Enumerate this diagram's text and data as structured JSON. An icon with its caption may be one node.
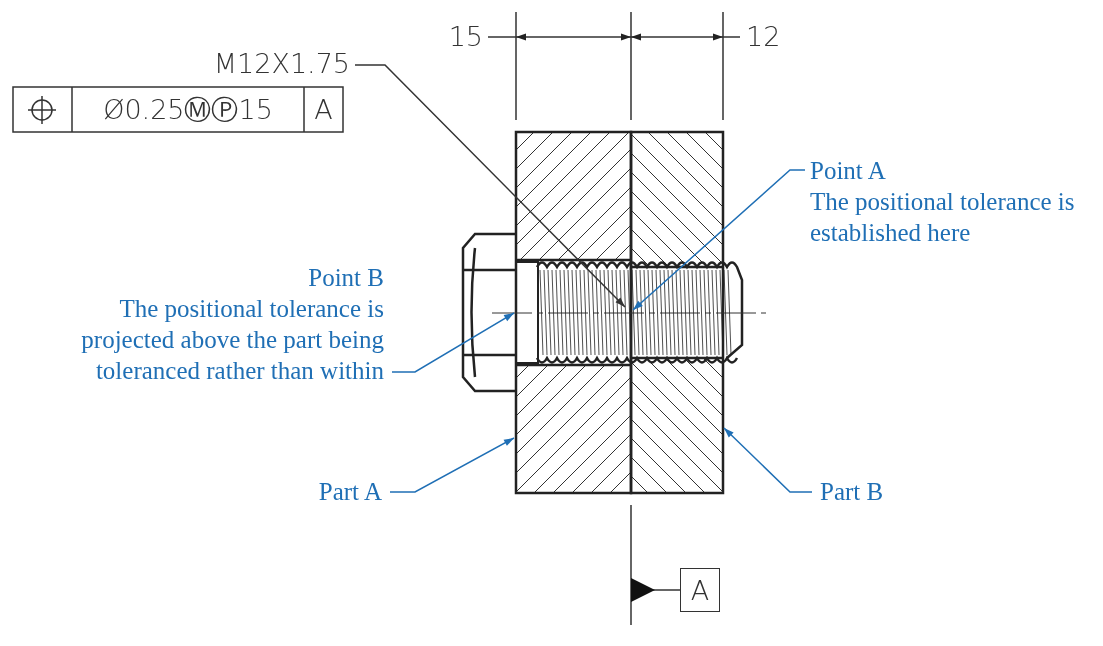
{
  "diagram": {
    "nodes": [
      {
        "text": [
          "M12X1.75"
        ]
      },
      {
        "text": [
          "Point A",
          "The positional tolerance is established here"
        ]
      },
      {
        "text": [
          "Point B",
          "The positional tolerance is projected above the part being toleranced rather than within"
        ]
      },
      {
        "text": [
          "Part A"
        ]
      },
      {
        "text": [
          "Part B"
        ]
      },
      {
        "text": [],
        "shape": "box"
      },
      {
        "text": [],
        "shape": "box"
      },
      {
        "text": [],
        "shape": "picture"
      },
      {
        "text": [
          "A"
        ]
      }
    ],
    "edges": [
      {
        "from": 0,
        "to": 7,
        "arrow": "to",
        "color": "#333333"
      },
      {
        "from": 1,
        "to": 7,
        "arrow": "to",
        "color": "#1f6fb5"
      },
      {
        "from": 2,
        "to": 7,
        "arrow": "to",
        "color": "#1f6fb5"
      },
      {
        "from": 3,
        "to": 5,
        "arrow": "to",
        "color": "#1f6fb5"
      },
      {
        "from": 4,
        "to": 6,
        "arrow": "to",
        "color": "#1f6fb5"
      },
      {
        "from": 8,
        "to": null,
        "arrow": "other",
        "color": "#333333"
      }
    ],
    "labels": [
      "15",
      "12",
      "Ø0.25ⓂⓅ15",
      "A"
    ]
  }
}
